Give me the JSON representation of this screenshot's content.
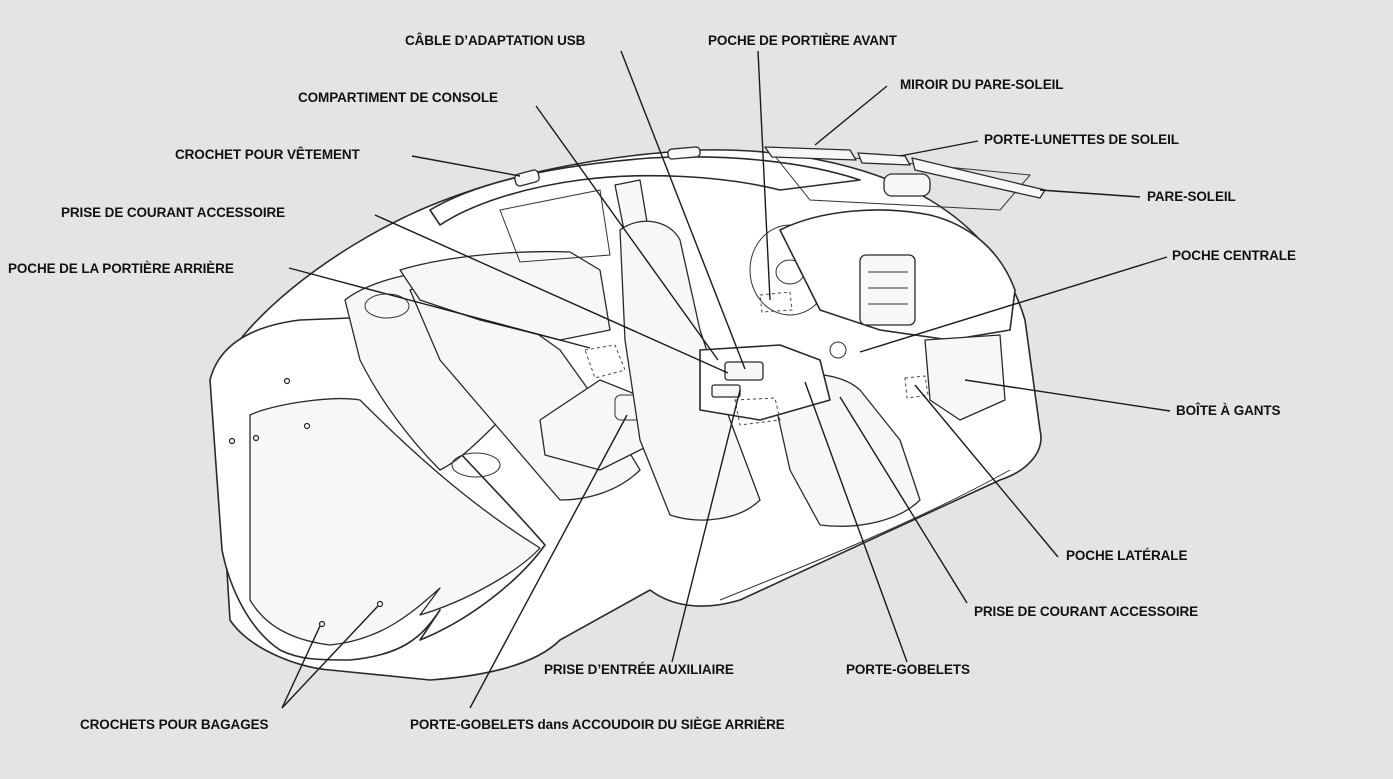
{
  "diagram": {
    "background": "#e3e4e6",
    "labels": [
      {
        "id": "usb",
        "text": "CÂBLE D’ADAPTATION USB"
      },
      {
        "id": "front-door-pocket",
        "text": "POCHE DE PORTIÈRE AVANT"
      },
      {
        "id": "vanity-mirror",
        "text": "MIROIR DU PARE-SOLEIL"
      },
      {
        "id": "console",
        "text": "COMPARTIMENT DE CONSOLE"
      },
      {
        "id": "sunglasses",
        "text": "PORTE-LUNETTES DE SOLEIL"
      },
      {
        "id": "coat-hook",
        "text": "CROCHET POUR VÊTEMENT"
      },
      {
        "id": "sun-visor",
        "text": "PARE-SOLEIL"
      },
      {
        "id": "power-outlet-1",
        "text": "PRISE DE COURANT ACCESSOIRE"
      },
      {
        "id": "rear-door-pocket",
        "text": "POCHE DE LA PORTIÈRE ARRIÈRE"
      },
      {
        "id": "center-pocket",
        "text": "POCHE CENTRALE"
      },
      {
        "id": "glove-box",
        "text": "BOÎTE À GANTS"
      },
      {
        "id": "side-pocket",
        "text": "POCHE LATÉRALE"
      },
      {
        "id": "power-outlet-2",
        "text": "PRISE DE COURANT ACCESSOIRE"
      },
      {
        "id": "aux-jack",
        "text": "PRISE D’ENTRÉE AUXILIAIRE"
      },
      {
        "id": "cup-holders",
        "text": "PORTE-GOBELETS"
      },
      {
        "id": "luggage-hooks",
        "text": "CROCHETS POUR BAGAGES"
      },
      {
        "id": "rear-cup-holders",
        "text": "PORTE-GOBELETS dans ACCOUDOIR DU SIÈGE ARRIÈRE"
      }
    ]
  }
}
